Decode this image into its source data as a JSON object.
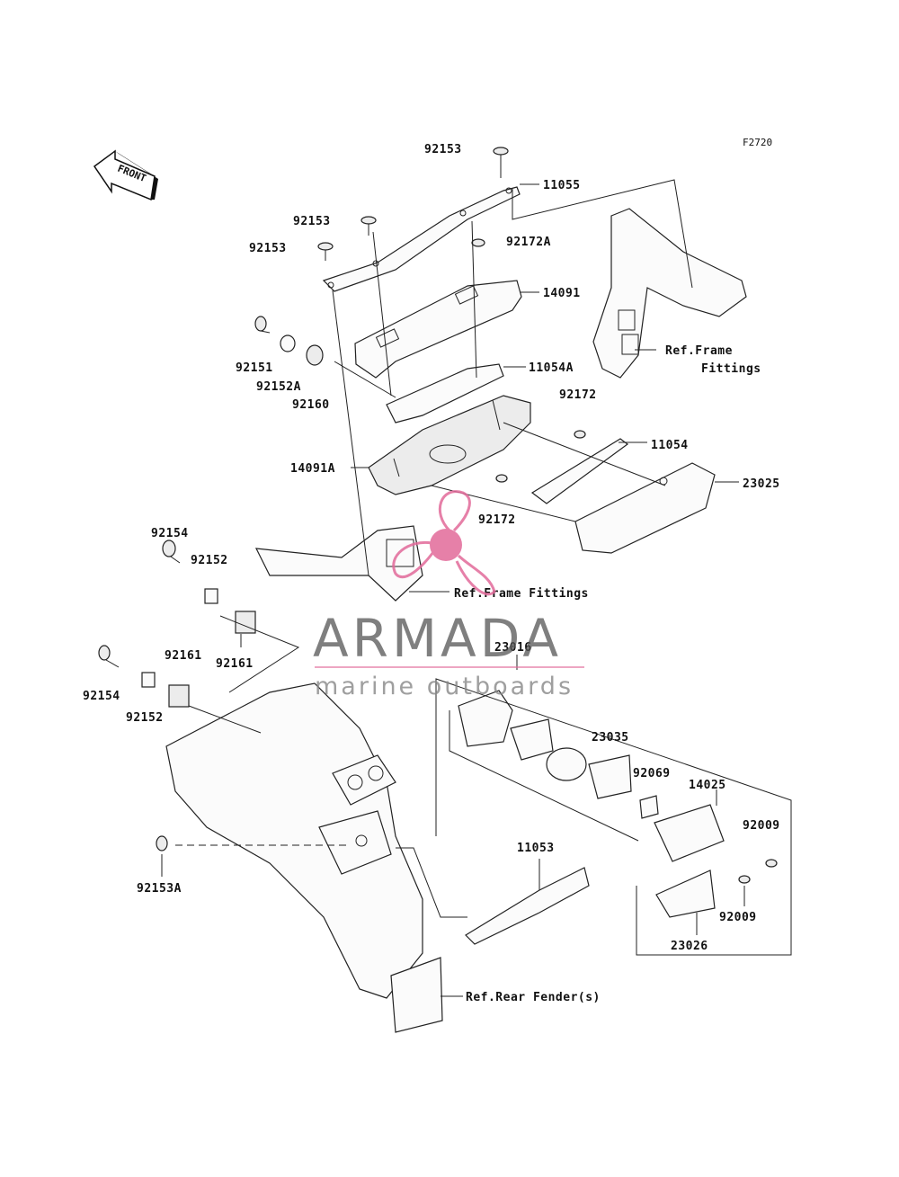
{
  "figure_id": "F2720",
  "front_label": "FRONT",
  "parts": {
    "p92153_top": "92153",
    "p11055": "11055",
    "p92153_mid": "92153",
    "p92172A": "92172A",
    "p92153_left": "92153",
    "p14091": "14091",
    "p92151": "92151",
    "p92152A": "92152A",
    "p92160": "92160",
    "p11054A": "11054A",
    "p92172_upper": "92172",
    "p11054": "11054",
    "p14091A": "14091A",
    "p23025": "23025",
    "p92172_lower": "92172",
    "p92154_upper": "92154",
    "p92152_upper": "92152",
    "p92161_lower": "92161",
    "p92154_lower": "92154",
    "p92161_upper": "92161",
    "p92152_lower": "92152",
    "p23016": "23016",
    "p23035": "23035",
    "p92069": "92069",
    "p14025": "14025",
    "p92009_upper": "92009",
    "p92009_lower": "92009",
    "p92153A": "92153A",
    "p11053": "11053",
    "p23026": "23026"
  },
  "refs": {
    "frame_fittings_line1": "Ref.Frame",
    "frame_fittings_line2": "Fittings",
    "frame_fittings_full": "Ref.Frame Fittings",
    "rear_fender": "Ref.Rear Fender(s)"
  },
  "watermark": {
    "brand": "ARMADA",
    "tagline": "marine outboards",
    "colors": {
      "pink": "#e26a9a",
      "text": "#555555"
    }
  }
}
